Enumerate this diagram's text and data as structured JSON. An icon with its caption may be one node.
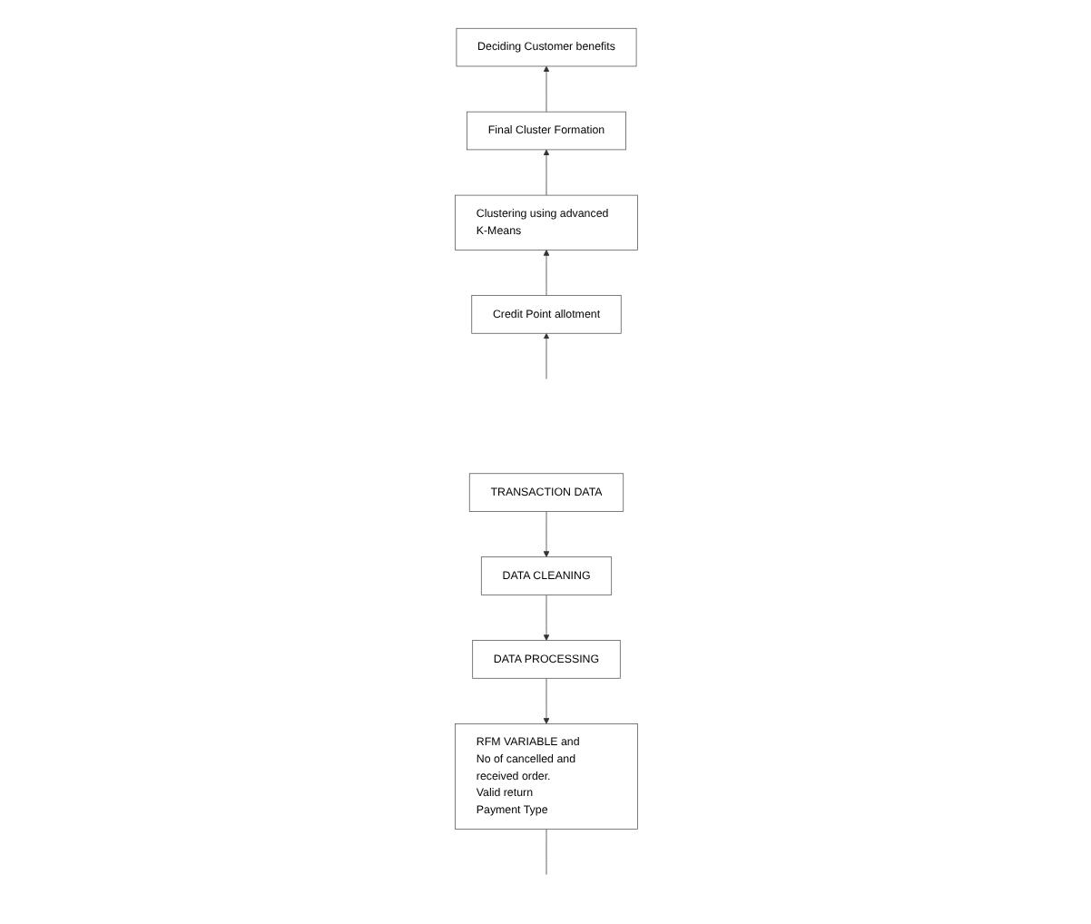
{
  "diagram": {
    "nodes": [
      {
        "text": [
          "TRANSACTION DATA"
        ]
      },
      {
        "text": [
          "DATA CLEANING"
        ]
      },
      {
        "text": [
          "DATA PROCESSING"
        ]
      },
      {
        "text": [
          "RFM VARIABLE and",
          "No of cancelled and received order.",
          "Valid return",
          "Payment Type"
        ]
      },
      {
        "text": [
          "Credit Point allotment"
        ]
      },
      {
        "text": [
          "Clustering using advanced K-Means"
        ]
      },
      {
        "text": [
          "Final Cluster Formation"
        ]
      },
      {
        "text": [
          "Deciding Customer benefits"
        ]
      }
    ],
    "edges": [
      {
        "from": 0,
        "to": 1,
        "arrow": "to"
      },
      {
        "from": 1,
        "to": 2,
        "arrow": "to"
      },
      {
        "from": 2,
        "to": 3,
        "arrow": "to"
      },
      {
        "from": 3,
        "to": null,
        "arrow": "none"
      },
      {
        "from": null,
        "to": 4,
        "arrow": "to"
      },
      {
        "from": 4,
        "to": 5,
        "arrow": "to"
      },
      {
        "from": 5,
        "to": 6,
        "arrow": "to"
      },
      {
        "from": 6,
        "to": 7,
        "arrow": "to"
      }
    ]
  }
}
